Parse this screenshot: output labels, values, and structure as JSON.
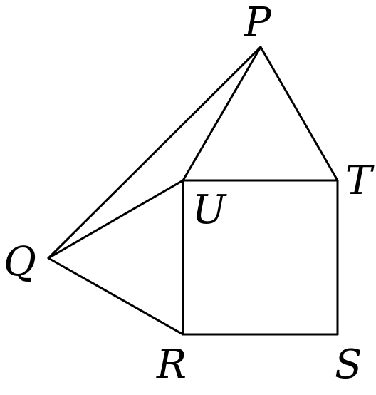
{
  "figure": {
    "vertices": {
      "P": {
        "label": "P"
      },
      "Q": {
        "label": "Q"
      },
      "R": {
        "label": "R"
      },
      "S": {
        "label": "S"
      },
      "T": {
        "label": "T"
      },
      "U": {
        "label": "U"
      }
    },
    "segments": [
      [
        "P",
        "Q"
      ],
      [
        "P",
        "U"
      ],
      [
        "P",
        "T"
      ],
      [
        "Q",
        "U"
      ],
      [
        "Q",
        "R"
      ],
      [
        "U",
        "T"
      ],
      [
        "T",
        "S"
      ],
      [
        "S",
        "R"
      ],
      [
        "R",
        "U"
      ]
    ],
    "colors": {
      "line": "#000000",
      "label": "#000000",
      "background": "#ffffff"
    }
  }
}
